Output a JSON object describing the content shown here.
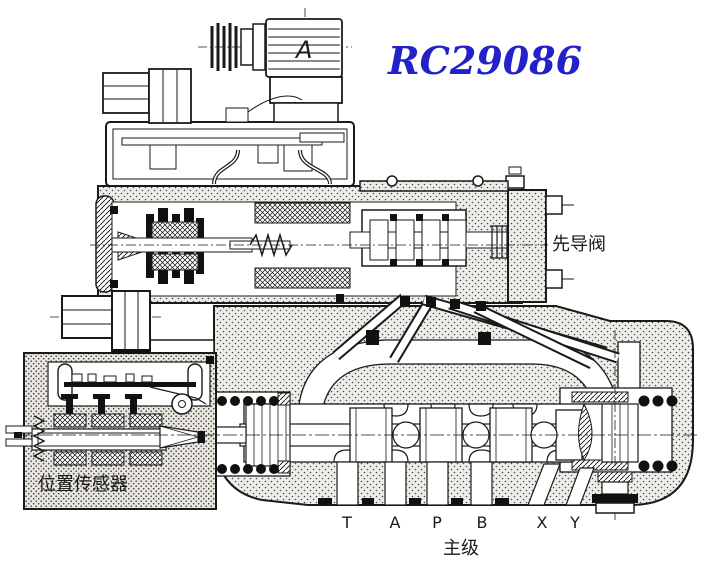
{
  "title": {
    "text": "RC29086"
  },
  "labels": {
    "pilot_valve": "先导阀",
    "position_sensor": "位置传感器",
    "main_stage": "主级",
    "connector_marking": "A"
  },
  "ports": {
    "labels": [
      "T",
      "A",
      "P",
      "B",
      "X",
      "Y"
    ]
  },
  "colors": {
    "title_blue": "#2222c8",
    "line": "#1a1a1a",
    "background": "#ffffff"
  }
}
